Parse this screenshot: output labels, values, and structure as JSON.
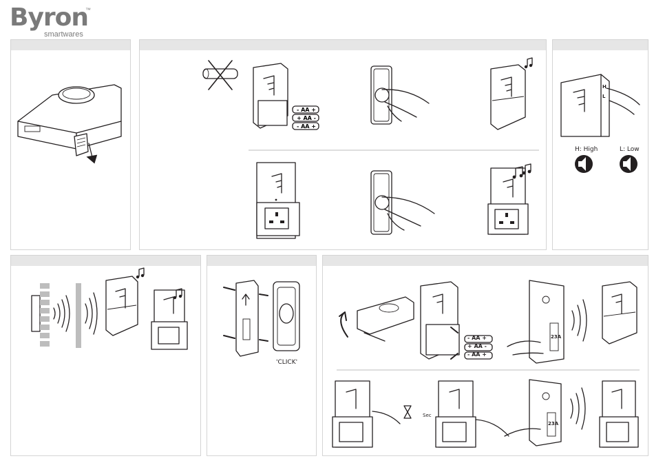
{
  "brand": {
    "name": "Byron",
    "tm": "™",
    "tagline": "smartwares"
  },
  "panels": {
    "p1": {
      "header": ""
    },
    "p2": {
      "header": ""
    },
    "p3": {
      "header": "",
      "high_label": "H: High",
      "low_label": "L: Low",
      "switch_h": "H",
      "switch_l": "L"
    },
    "p4": {
      "header": ""
    },
    "p5": {
      "header": "",
      "click_label": "'CLICK'"
    },
    "p6": {
      "header": "",
      "sec_label": "Sec"
    }
  },
  "battery": {
    "aa_minus": "- AA +",
    "aa_plus": "+ AA -",
    "a23": "23A"
  },
  "colors": {
    "header_bg": "#e6e6e6",
    "border": "#d4d4d4",
    "line": "#231f20",
    "brick": "#bdbdbd",
    "logo": "#7a7a7a"
  }
}
